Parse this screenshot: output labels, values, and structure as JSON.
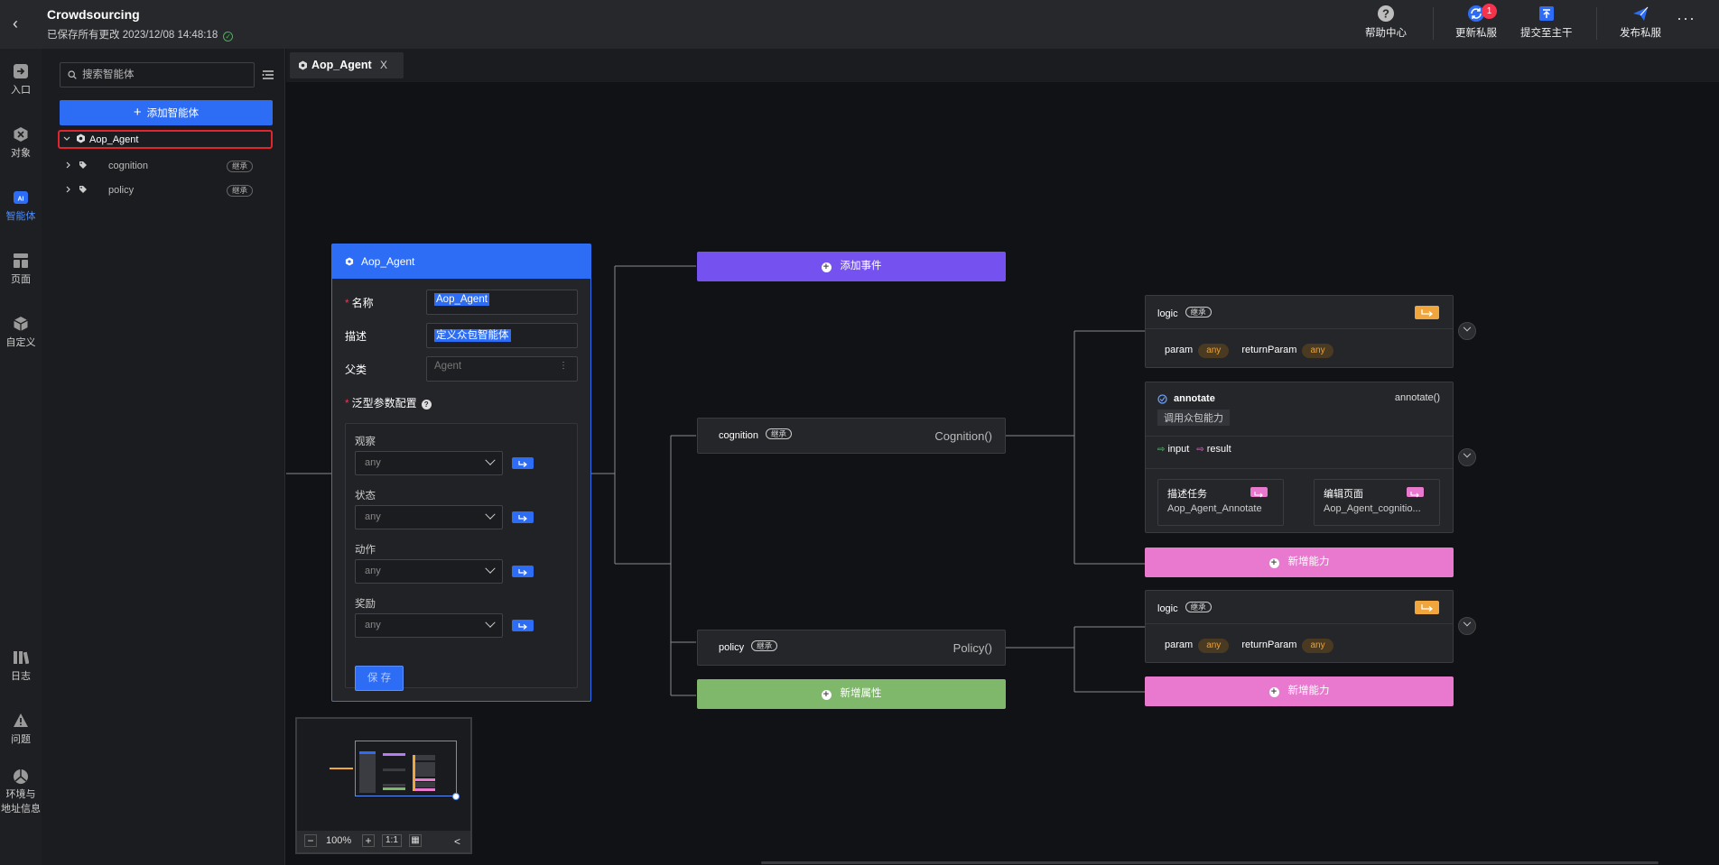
{
  "header": {
    "title": "Crowdsourcing",
    "save_status": "已保存所有更改 2023/12/08 14:48:18",
    "buttons": {
      "help": "帮助中心",
      "update": "更新私服",
      "update_badge": "1",
      "submit": "提交至主干",
      "publish": "发布私服"
    }
  },
  "nav": [
    "入口",
    "对象",
    "智能体",
    "页面",
    "自定义",
    "日志",
    "问题",
    "环境与",
    "地址信息"
  ],
  "sidebar": {
    "search_placeholder": "搜索智能体",
    "add_button": "添加智能体",
    "tree": {
      "root": "Aop_Agent",
      "children": [
        {
          "label": "cognition",
          "tag": "继承"
        },
        {
          "label": "policy",
          "tag": "继承"
        }
      ]
    }
  },
  "tab": {
    "label": "Aop_Agent",
    "close": "X"
  },
  "agent_form": {
    "title": "Aop_Agent",
    "name_label": "名称",
    "name_value": "Aop_Agent",
    "desc_label": "描述",
    "desc_value": "定义众包智能体",
    "parent_label": "父类",
    "parent_placeholder": "Agent",
    "generic_label": "泛型参数配置",
    "help": "?",
    "params": [
      {
        "label": "观察",
        "value": "any"
      },
      {
        "label": "状态",
        "value": "any"
      },
      {
        "label": "动作",
        "value": "any"
      },
      {
        "label": "奖励",
        "value": "any"
      }
    ],
    "save": "保 存"
  },
  "canvas": {
    "add_event": "添加事件",
    "cognition": {
      "label": "cognition",
      "tag": "继承",
      "call": "Cognition()"
    },
    "policy": {
      "label": "policy",
      "tag": "继承",
      "call": "Policy()"
    },
    "add_attr": "新增属性",
    "logic1": {
      "label": "logic",
      "tag": "继承",
      "param": "param",
      "param_type": "any",
      "return": "returnParam",
      "return_type": "any"
    },
    "annotate": {
      "label": "annotate",
      "call": "annotate()",
      "desc": "调用众包能力",
      "input": "input",
      "result": "result",
      "task_label": "描述任务",
      "task_value": "Aop_Agent_Annotate",
      "page_label": "编辑页面",
      "page_value": "Aop_Agent_cognitio..."
    },
    "add_ability_1": "新增能力",
    "logic2": {
      "label": "logic",
      "tag": "继承",
      "param": "param",
      "param_type": "any",
      "return": "returnParam",
      "return_type": "any"
    },
    "add_ability_2": "新增能力"
  },
  "minimap": {
    "zoom": "100%",
    "one_to_one": "1:1",
    "minus": "−",
    "plus": "+",
    "collapse": "<"
  },
  "colors": {
    "primary": "#2d6cf5",
    "event": "#7552f0",
    "attr": "#7fb76b",
    "ability": "#e879cf",
    "logic_btn": "#f0a63c"
  }
}
